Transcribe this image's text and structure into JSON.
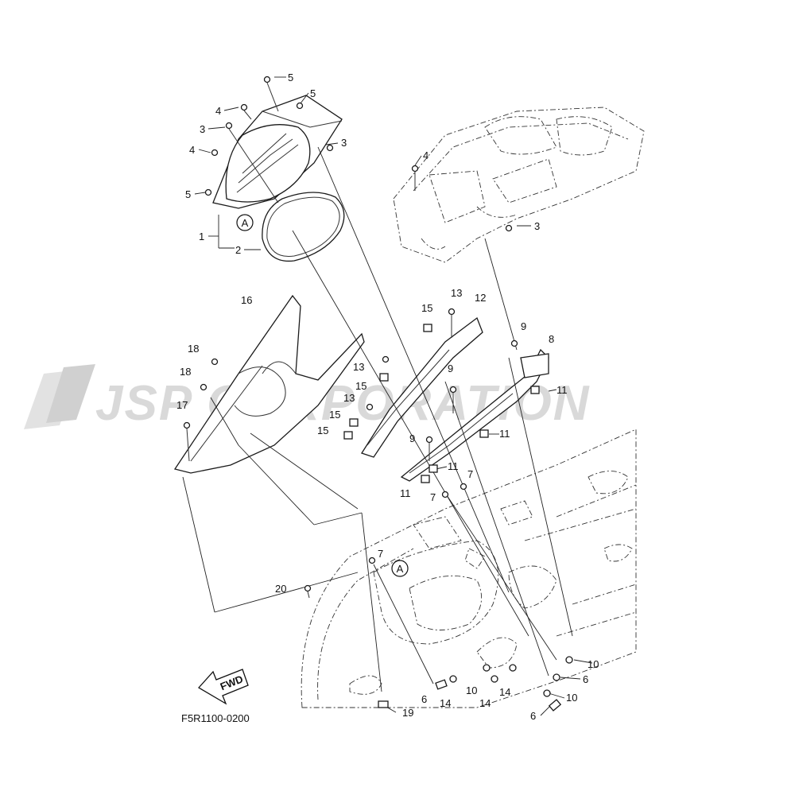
{
  "diagram_code": "F5R1100-0200",
  "watermark": "JSP CORPORATION",
  "fwd_label": "FWD",
  "reference_mark": "A",
  "callouts": {
    "c5a": "5",
    "c5b": "5",
    "c4a": "4",
    "c3a": "3",
    "c3b": "3",
    "c4b": "4",
    "c5c": "5",
    "c1": "1",
    "c2": "2",
    "c4c": "4",
    "c3c": "3",
    "c16": "16",
    "c18a": "18",
    "c18b": "18",
    "c17": "17",
    "c13a": "13",
    "c12": "12",
    "c15a": "15",
    "c9a": "9",
    "c8": "8",
    "c13b": "13",
    "c15b": "15",
    "c9b": "9",
    "c11a": "11",
    "c13c": "13",
    "c15c": "15",
    "c15d": "15",
    "c11b": "11",
    "c9c": "9",
    "c11c": "11",
    "c7a": "7",
    "c11d": "11",
    "c7b": "7",
    "c7c": "7",
    "c20": "20",
    "c10a": "10",
    "c6a": "6",
    "c10b": "10",
    "c10c": "10",
    "c6b": "6",
    "c14a": "14",
    "c14b": "14",
    "c14c": "14",
    "c19": "19",
    "c6c": "6"
  }
}
